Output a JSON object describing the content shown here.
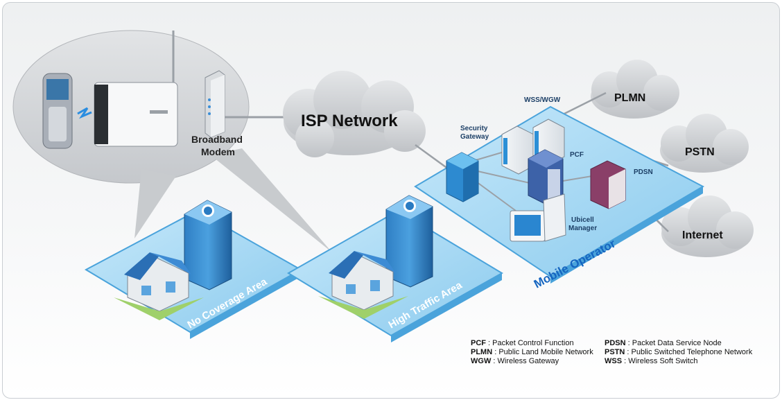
{
  "clouds": {
    "isp": "ISP Network",
    "plmn": "PLMN",
    "pstn": "PSTN",
    "internet": "Internet"
  },
  "labels": {
    "broadband_modem_line1": "Broadband",
    "broadband_modem_line2": "Modem",
    "security_gateway_line1": "Security",
    "security_gateway_line2": "Gateway",
    "wss_wgw": "WSS/WGW",
    "pcf": "PCF",
    "pdsn": "PDSN",
    "ubicell_line1": "Ubicell",
    "ubicell_line2": "Manager"
  },
  "areas": {
    "no_coverage": "No Coverage Area",
    "high_traffic": "High Traffic Area",
    "mobile_operator": "Mobile Operator"
  },
  "legend": {
    "left": [
      {
        "abbr": "PCF",
        "desc": "Packet Control Function"
      },
      {
        "abbr": "PLMN",
        "desc": "Public Land Mobile Network"
      },
      {
        "abbr": "WGW",
        "desc": "Wireless Gateway"
      }
    ],
    "right": [
      {
        "abbr": "PDSN",
        "desc": "Packet Data Service Node"
      },
      {
        "abbr": "PSTN",
        "desc": "Public Switched Telephone Network"
      },
      {
        "abbr": "WSS",
        "desc": "Wireless Soft Switch"
      }
    ],
    "separator": " : "
  },
  "colors": {
    "platform_blue": "#9fd4f2",
    "platform_edge": "#4aa3db",
    "operator_text": "#1565c0",
    "cloud_gray": "#d3d5d8"
  }
}
